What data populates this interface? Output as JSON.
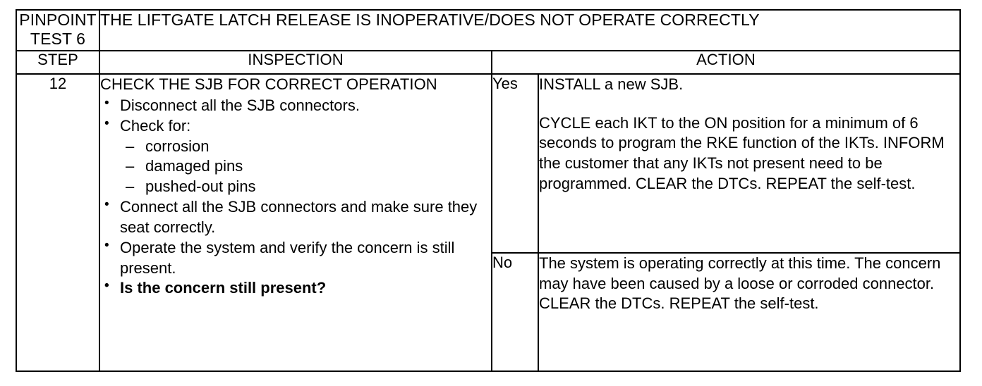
{
  "document": {
    "test_label": "PINPOINT TEST 6",
    "test_description": "THE LIFTGATE LATCH RELEASE IS INOPERATIVE/DOES NOT OPERATE CORRECTLY",
    "columns": {
      "step": "STEP",
      "inspection": "INSPECTION",
      "action": "ACTION"
    },
    "step": {
      "number": "12",
      "inspection": {
        "title": "CHECK THE SJB FOR CORRECT OPERATION",
        "bullets": [
          "Disconnect all the SJB connectors.",
          "Check for:",
          "Connect all the SJB connectors and make sure they seat correctly.",
          "Operate the system and verify the concern is still present.",
          "Is the concern still present?"
        ],
        "sub_items": [
          "corrosion",
          "damaged pins",
          "pushed-out pins"
        ]
      },
      "outcomes": {
        "yes": {
          "label": "Yes",
          "paragraph_1": "INSTALL a new SJB.",
          "paragraph_2": "CYCLE each IKT to the ON position for a minimum of 6 seconds to program the RKE function of the IKTs. INFORM the customer that any IKTs not present need to be programmed. CLEAR the DTCs. REPEAT the self-test."
        },
        "no": {
          "label": "No",
          "paragraph_1": "The system is operating correctly at this time. The concern may have been caused by a loose or corroded connector. CLEAR the DTCs. REPEAT the self-test."
        }
      }
    },
    "colors": {
      "ink": "#000000",
      "paper": "#ffffff"
    }
  }
}
